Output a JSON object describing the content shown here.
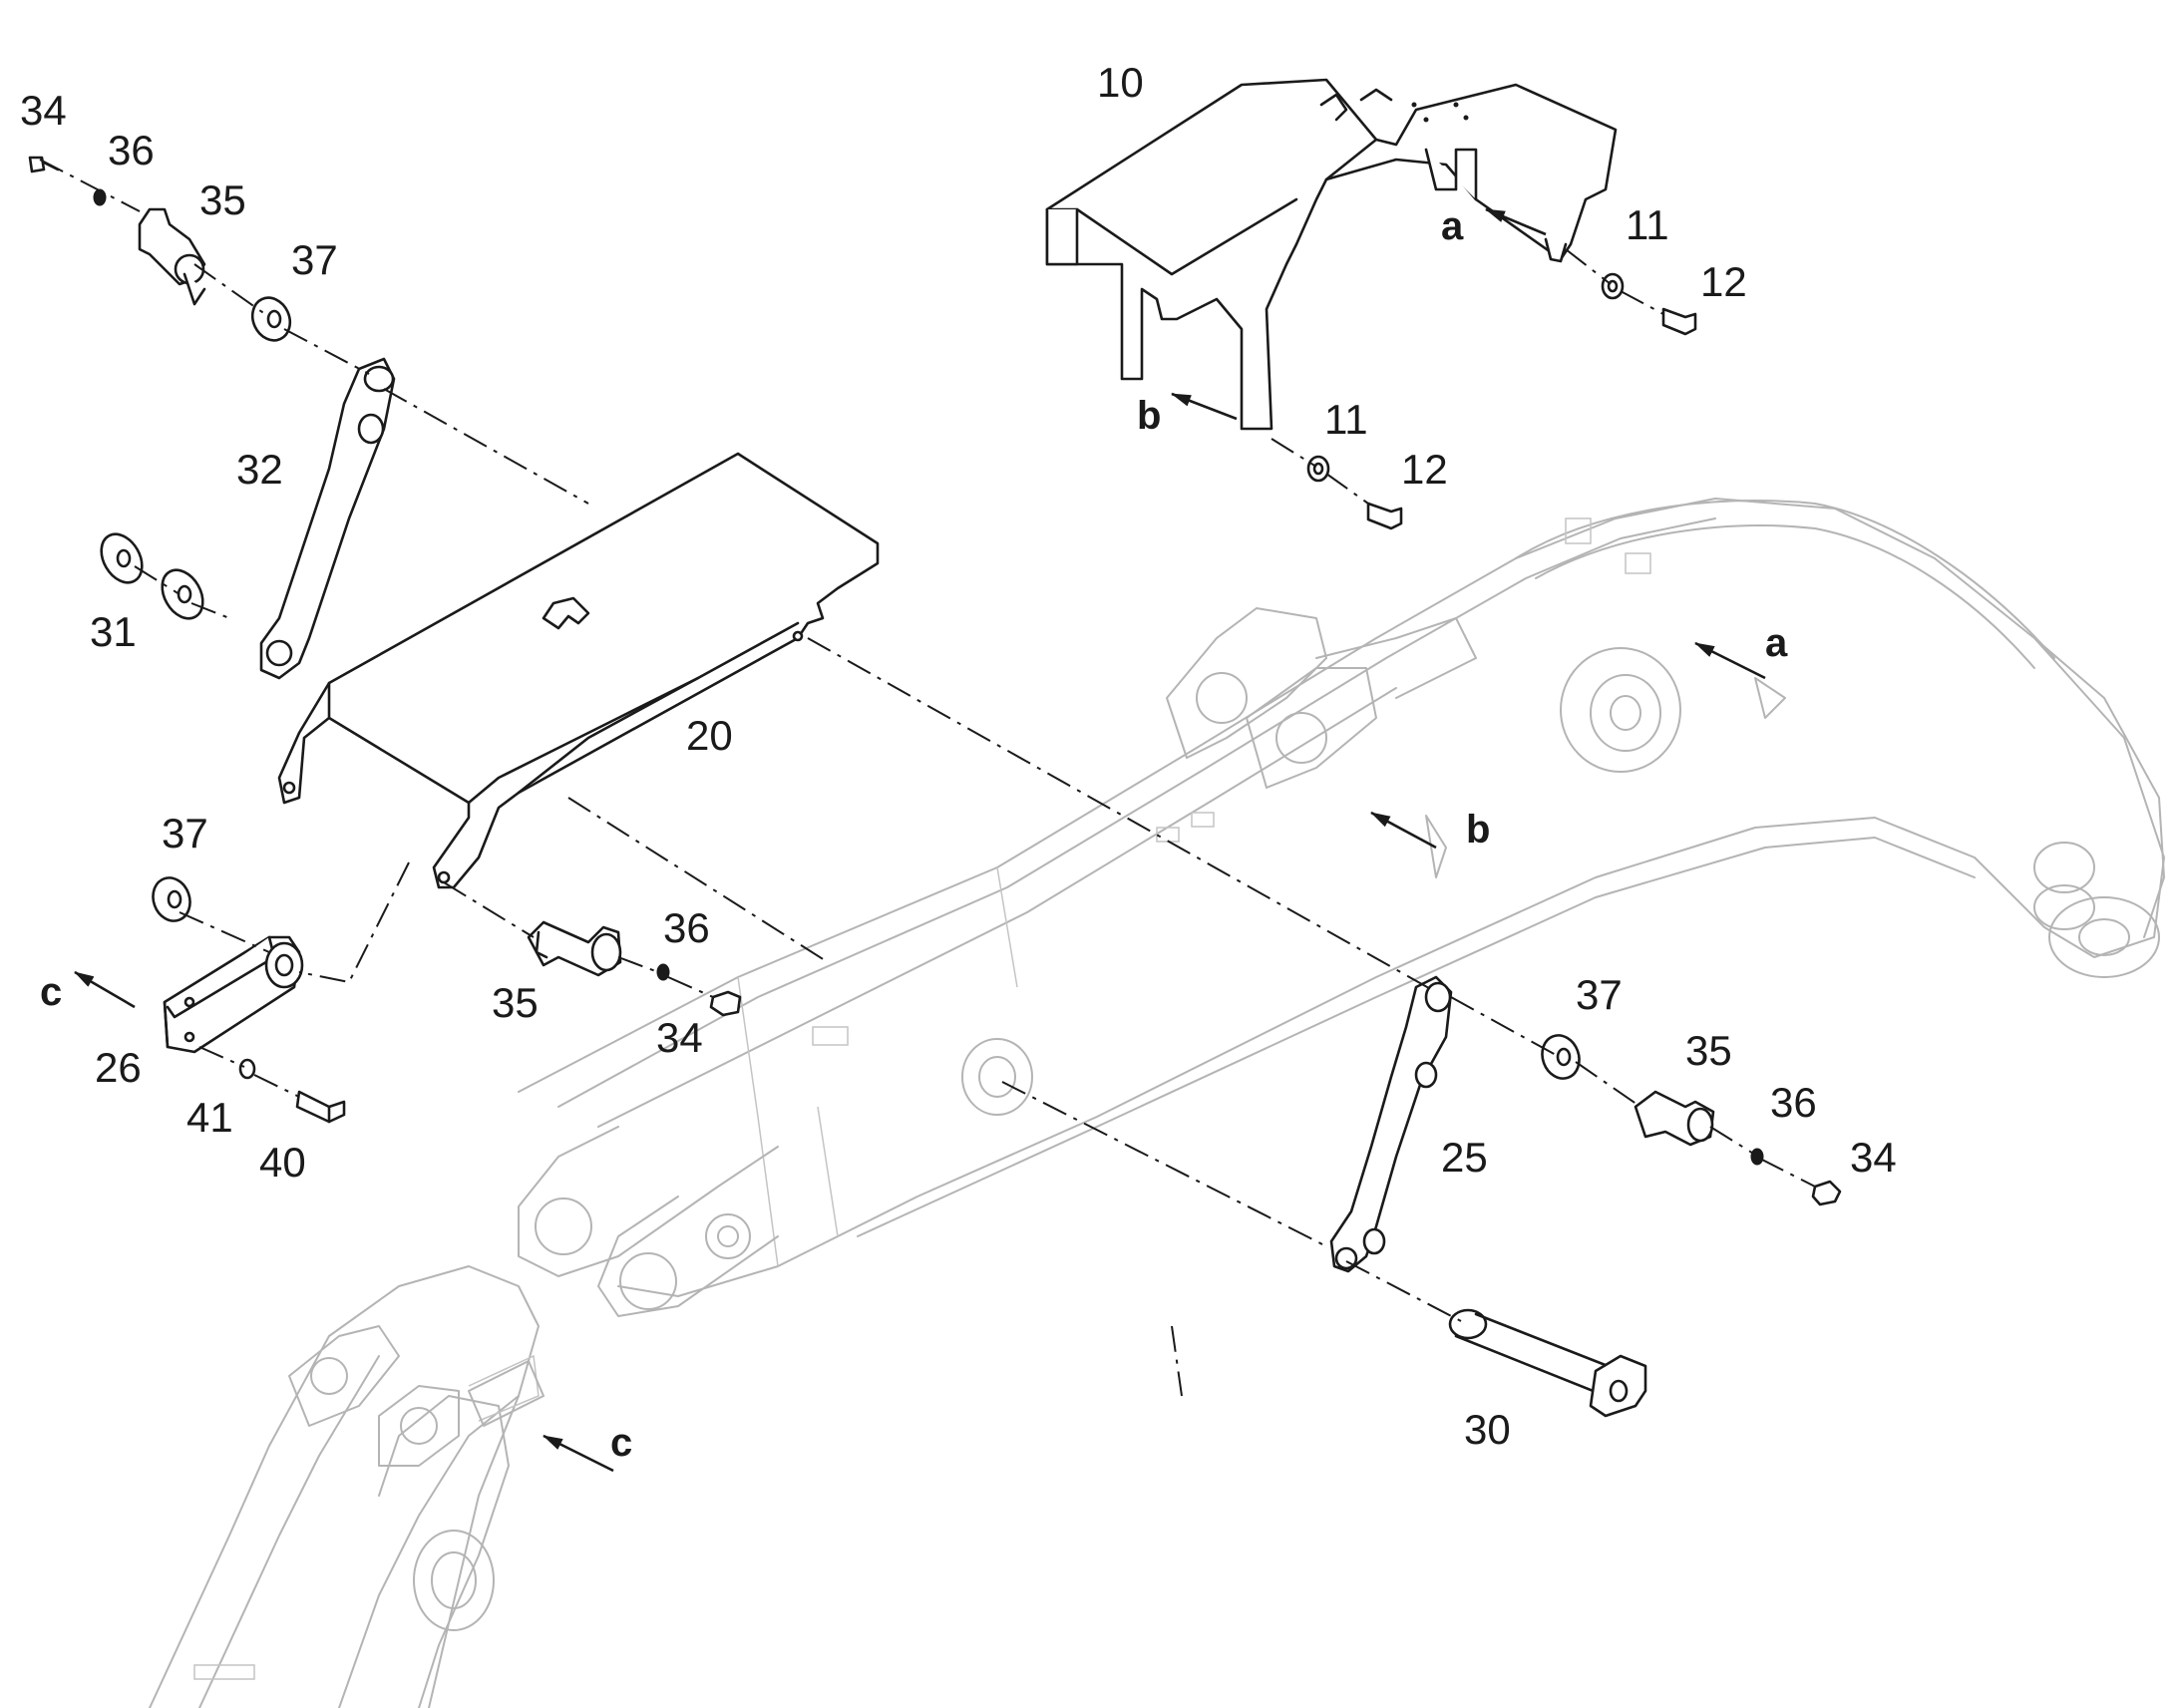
{
  "callouts": {
    "c10": "10",
    "c11_top": "11",
    "c12_top": "12",
    "c11_mid": "11",
    "c12_mid": "12",
    "c34_tl": "34",
    "c36_tl": "36",
    "c35_tl": "35",
    "c37_tl": "37",
    "c32": "32",
    "c31": "31",
    "c20": "20",
    "c37_ml": "37",
    "c26": "26",
    "c41": "41",
    "c40": "40",
    "c35_mid": "35",
    "c36_mid": "36",
    "c34_mid": "34",
    "c37_r": "37",
    "c35_r": "35",
    "c36_r": "36",
    "c34_r": "34",
    "c25": "25",
    "c30": "30"
  },
  "refs": {
    "a_cover": "a",
    "b_cover": "b",
    "a_boom": "a",
    "b_boom": "b",
    "c_left": "c",
    "c_stick": "c"
  }
}
